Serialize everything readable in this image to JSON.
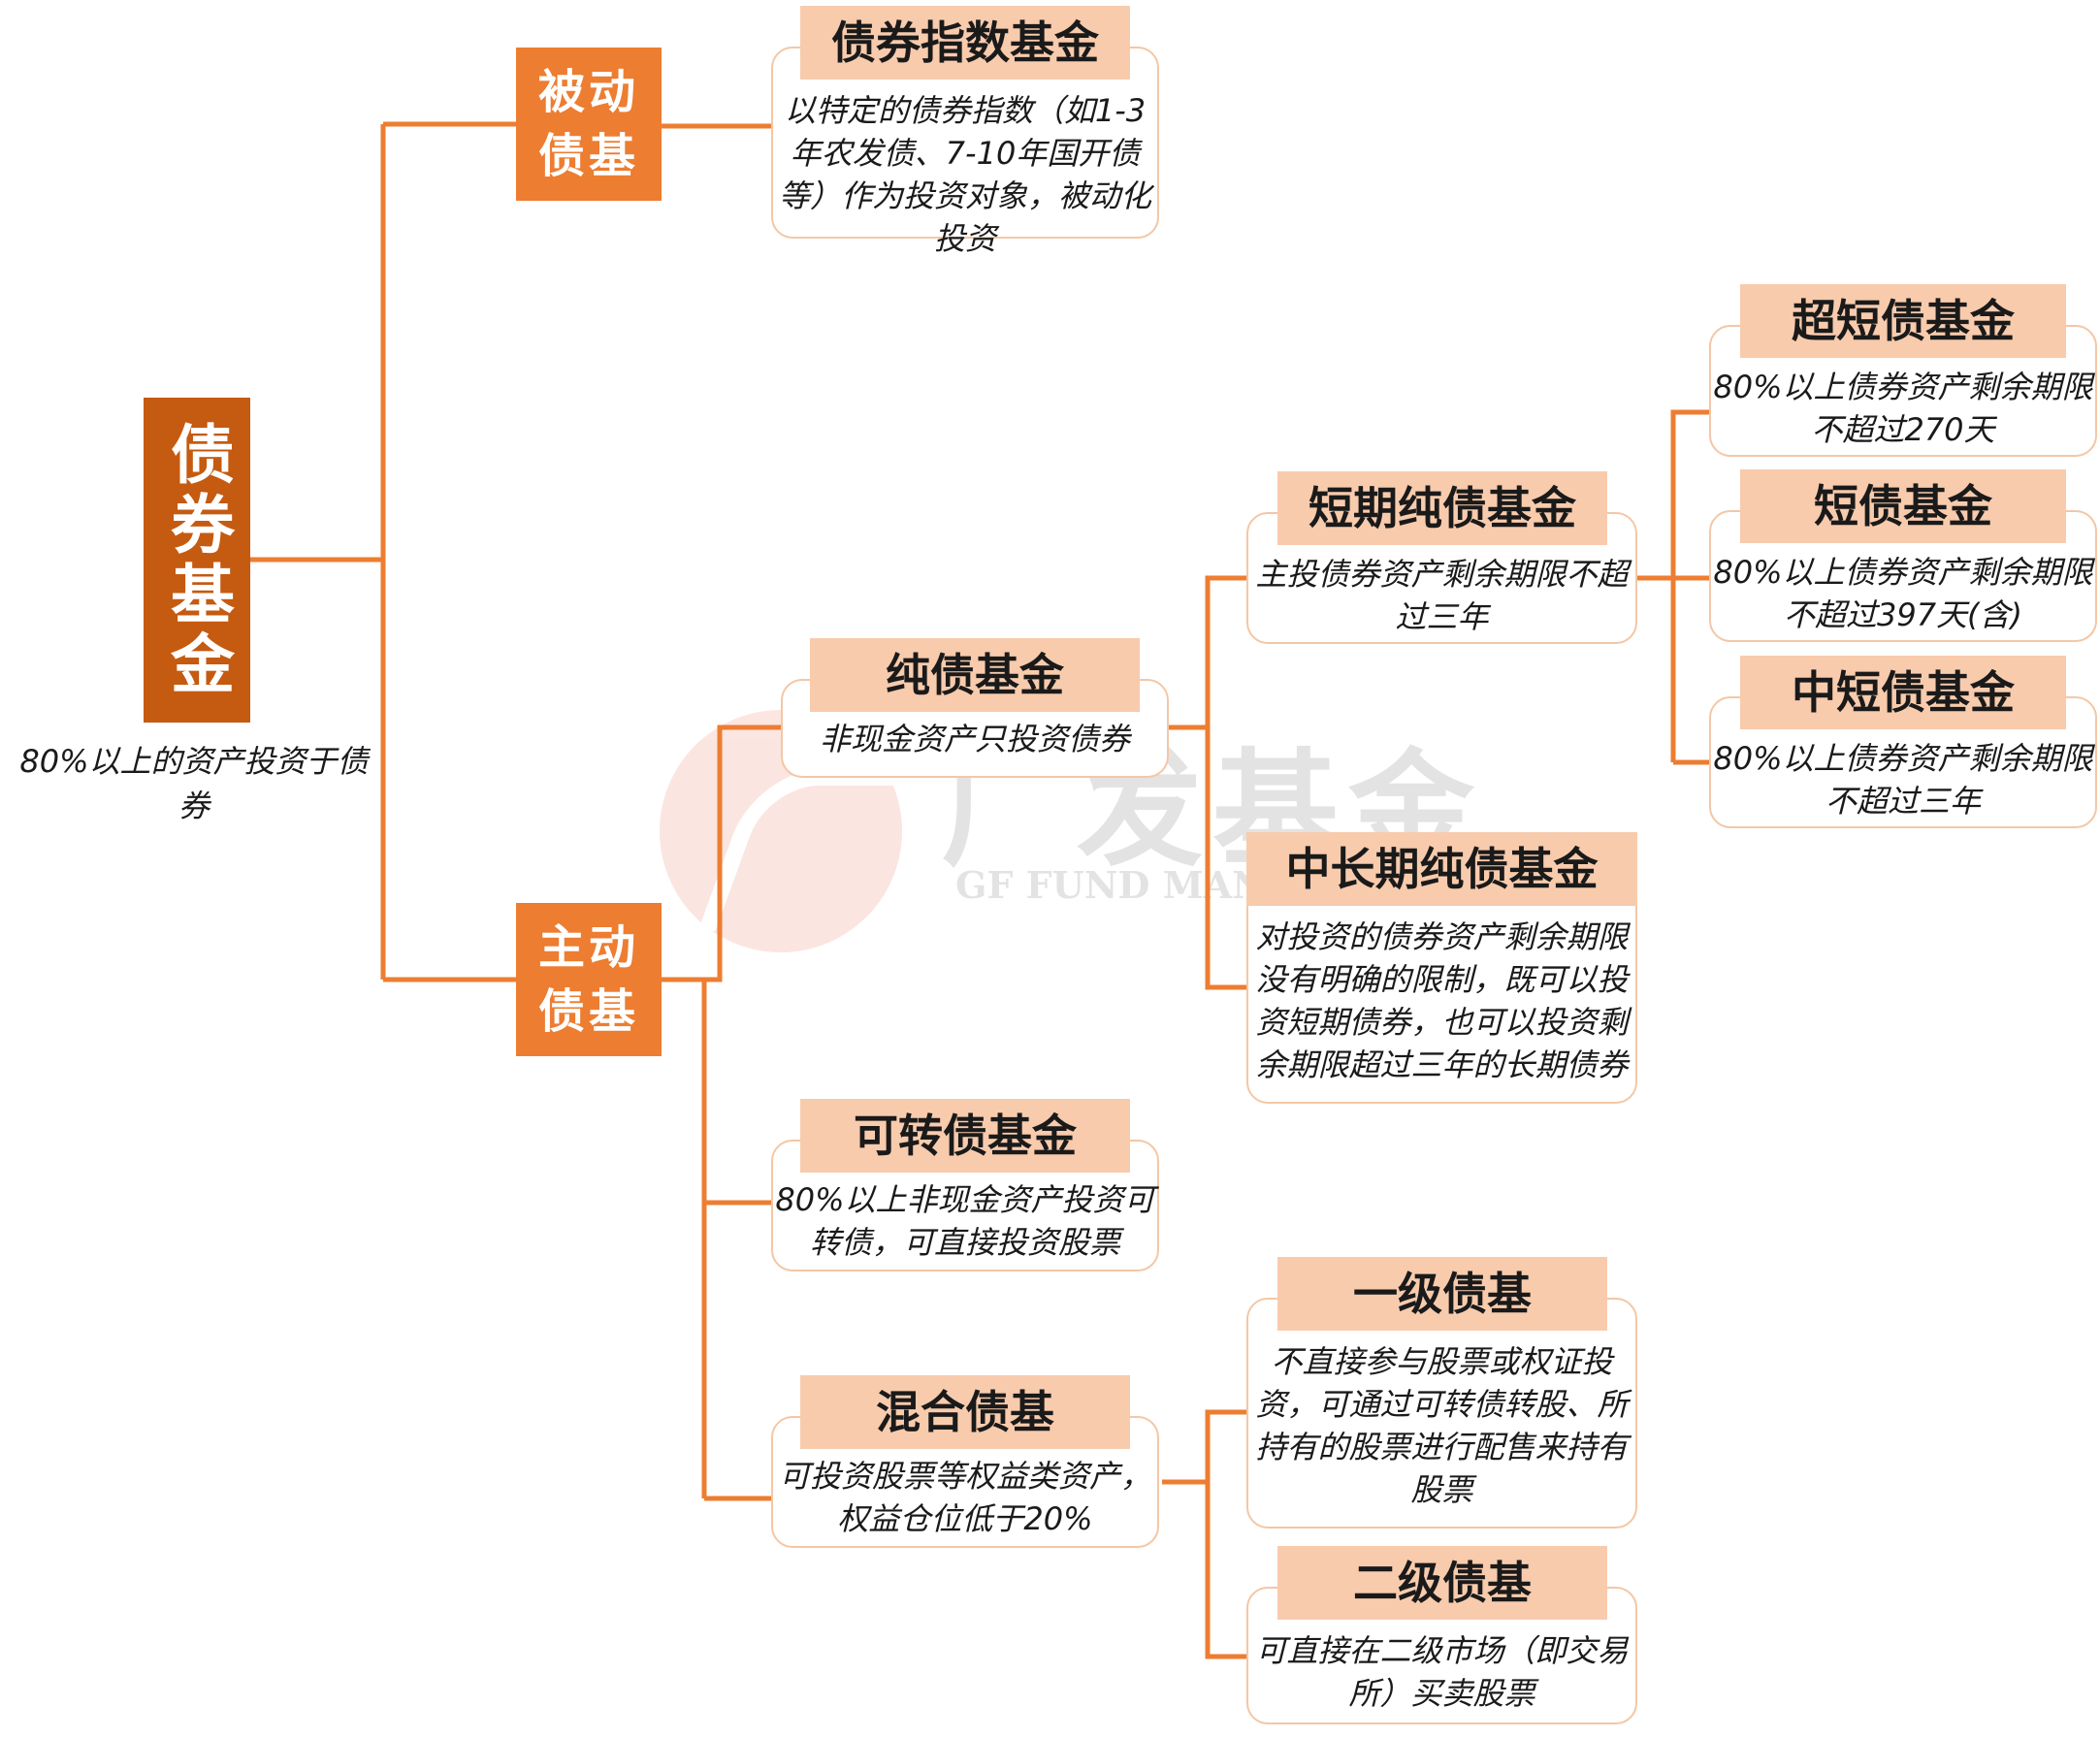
{
  "watermark": {
    "name_cn": "广发基金",
    "name_en": "GF FUND MANAGEMENT"
  },
  "root": {
    "title": "债券基金",
    "desc": "80%以上的资产投资于债券"
  },
  "passive": {
    "label": "被动债基",
    "index_fund": {
      "title": "债券指数基金",
      "desc": "以特定的债券指数（如1-3年农发债、7-10年国开债等）作为投资对象，被动化投资"
    }
  },
  "active": {
    "label": "主动债基",
    "pure": {
      "title": "纯债基金",
      "desc": "非现金资产只投资债券",
      "short": {
        "title": "短期纯债基金",
        "desc": "主投债券资产剩余期限不超过三年",
        "ultra_short": {
          "title": "超短债基金",
          "desc": "80%以上债券资产剩余期限不超过270天"
        },
        "short_bond": {
          "title": "短债基金",
          "desc": "80%以上债券资产剩余期限不超过397天(含)"
        },
        "mid_short": {
          "title": "中短债基金",
          "desc": "80%以上债券资产剩余期限不超过三年"
        }
      },
      "mid_long": {
        "title": "中长期纯债基金",
        "desc": "对投资的债券资产剩余期限没有明确的限制，既可以投资短期债券，也可以投资剩余期限超过三年的长期债券"
      }
    },
    "convertible": {
      "title": "可转债基金",
      "desc": "80%以上非现金资产投资可转债，可直接投资股票"
    },
    "hybrid": {
      "title": "混合债基",
      "desc": "可投资股票等权益类资产，权益仓位低于20%",
      "primary": {
        "title": "一级债基",
        "desc": "不直接参与股票或权证投资，可通过可转债转股、所持有的股票进行配售来持有股票"
      },
      "secondary": {
        "title": "二级债基",
        "desc": "可直接在二级市场（即交易所）买卖股票"
      }
    }
  },
  "colors": {
    "root": "#c55a11",
    "category": "#ed7d31",
    "title_fill": "#f8cbad",
    "connector": "#ed7d31",
    "border": "#f3c7a6"
  }
}
